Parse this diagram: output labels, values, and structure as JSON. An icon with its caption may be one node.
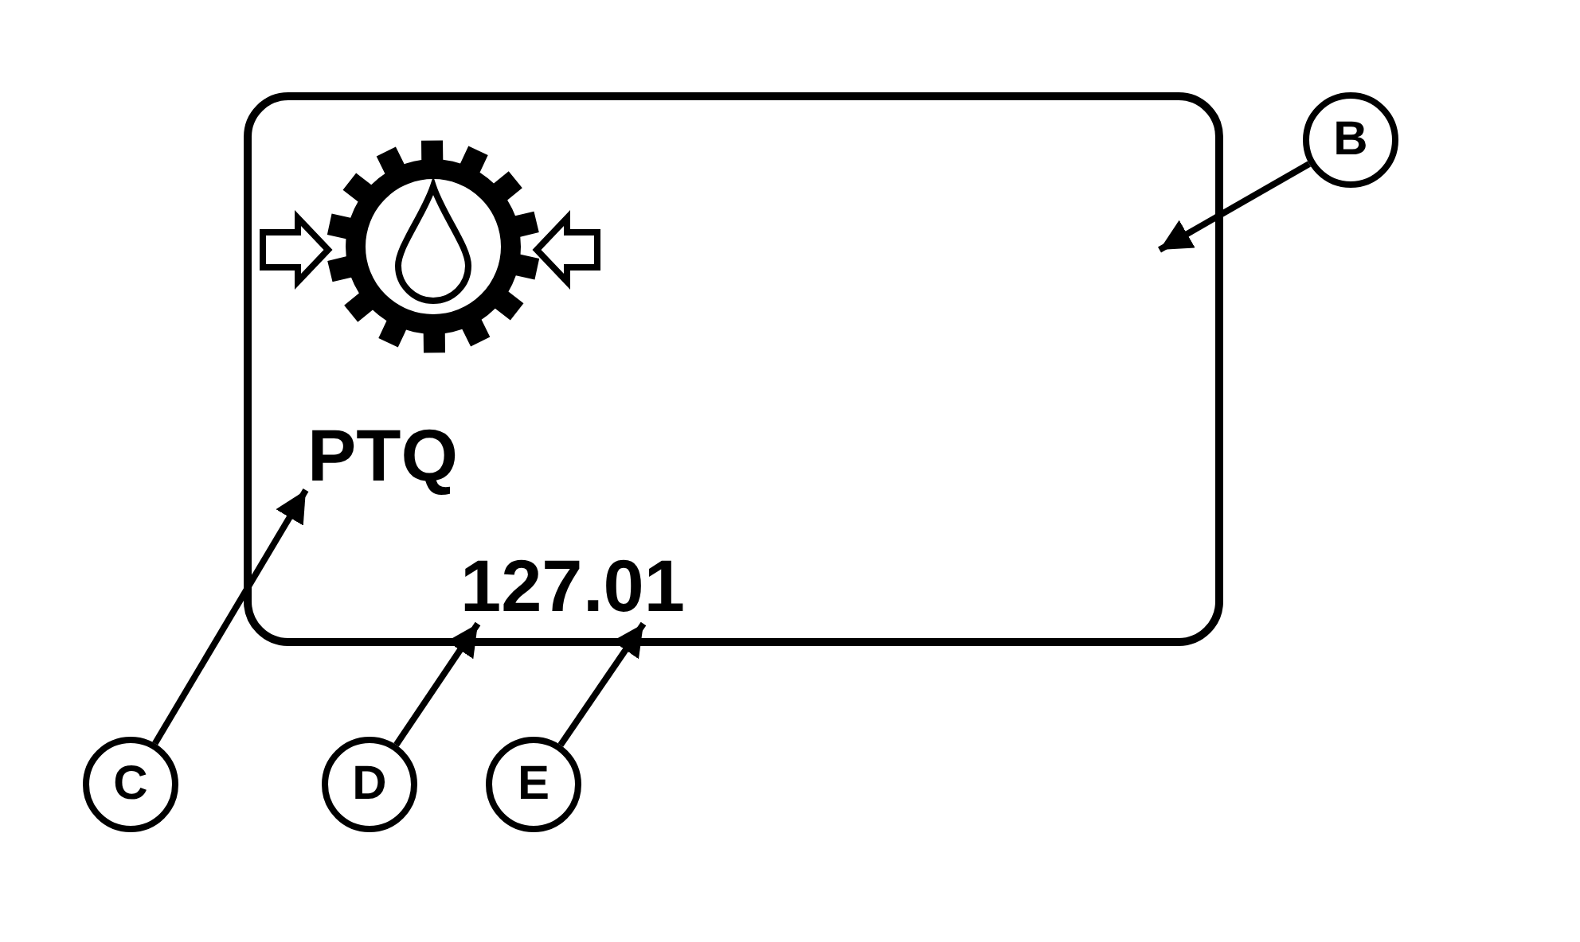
{
  "diagram": {
    "nodes": [
      {
        "text": [],
        "shape": "box"
      },
      {
        "text": [
          "PTQ"
        ],
        "in": 0
      },
      {
        "text": [
          "127"
        ],
        "in": 0
      },
      {
        "text": [
          ".01"
        ],
        "in": 0
      },
      {
        "text": [
          "B"
        ]
      },
      {
        "text": [
          "C"
        ]
      },
      {
        "text": [
          "D"
        ]
      },
      {
        "text": [
          "E"
        ]
      }
    ],
    "edges": [
      {
        "from": 4,
        "to": 0,
        "arrow": "to"
      },
      {
        "from": 5,
        "to": 1,
        "arrow": "to"
      },
      {
        "from": 6,
        "to": 2,
        "arrow": "to"
      },
      {
        "from": 7,
        "to": 3,
        "arrow": "to"
      }
    ]
  }
}
